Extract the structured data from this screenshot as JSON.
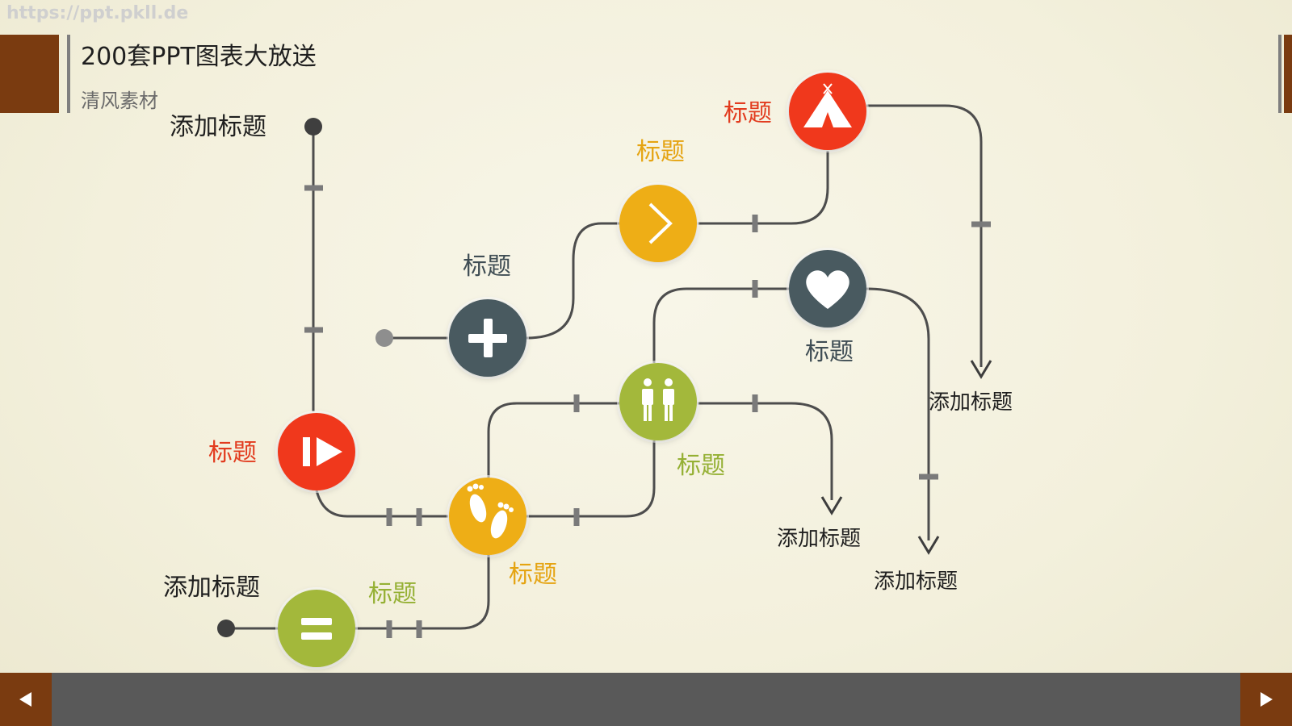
{
  "watermark": "https://ppt.pkll.de",
  "header": {
    "title": "200套PPT图表大放送",
    "subtitle": "清风素材"
  },
  "colors": {
    "red": "#f0391a",
    "orange": "#eeae12",
    "slate": "#4a5a61",
    "green": "#a3b83a",
    "line": "#4d4d4d",
    "brand": "#7a3b10"
  },
  "nodes": [
    {
      "id": "play",
      "icon": "play-icon",
      "color": "red",
      "label": "标题"
    },
    {
      "id": "footprints",
      "icon": "footprints-icon",
      "color": "orange",
      "label": "标题"
    },
    {
      "id": "equals",
      "icon": "equals-icon",
      "color": "green",
      "label": "标题"
    },
    {
      "id": "plus",
      "icon": "plus-icon",
      "color": "slate",
      "label": "标题"
    },
    {
      "id": "chevron",
      "icon": "chevron-right-icon",
      "color": "orange",
      "label": "标题"
    },
    {
      "id": "tent",
      "icon": "tent-icon",
      "color": "red",
      "label": "标题"
    },
    {
      "id": "heart",
      "icon": "heart-icon",
      "color": "slate",
      "label": "标题"
    },
    {
      "id": "people",
      "icon": "people-icon",
      "color": "green",
      "label": "标题"
    }
  ],
  "endpoint_labels": {
    "top_start": "添加标题",
    "bottom_start": "添加标题",
    "arrow_people": "添加标题",
    "arrow_tent": "添加标题",
    "arrow_heart": "添加标题"
  },
  "nav": {
    "prev_icon": "triangle-left-icon",
    "next_icon": "triangle-right-icon"
  }
}
